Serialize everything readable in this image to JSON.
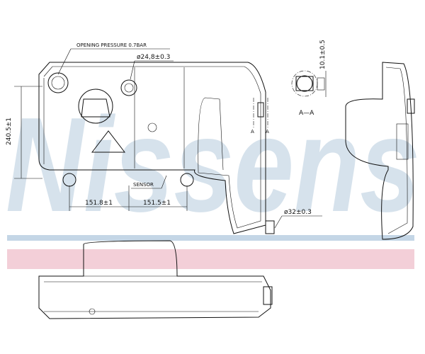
{
  "watermark": {
    "text": "Nissens",
    "color": "#d6e2ec",
    "stripe_blue": "#c4d6e6",
    "stripe_pink": "#f3cfd8"
  },
  "labels": {
    "opening_pressure": "OPENING PRESSURE 0.7BAR",
    "cap_diameter": "ø24,8±0.3",
    "height": "240.5±1",
    "width_left": "151.8±1",
    "width_right": "151.5±1",
    "sensor": "SENSOR",
    "outlet_diameter": "ø32±0.3",
    "section_dim": "10.1±0.5",
    "section_title": "A—A",
    "section_mark_left": "A",
    "section_mark_right": "A"
  }
}
